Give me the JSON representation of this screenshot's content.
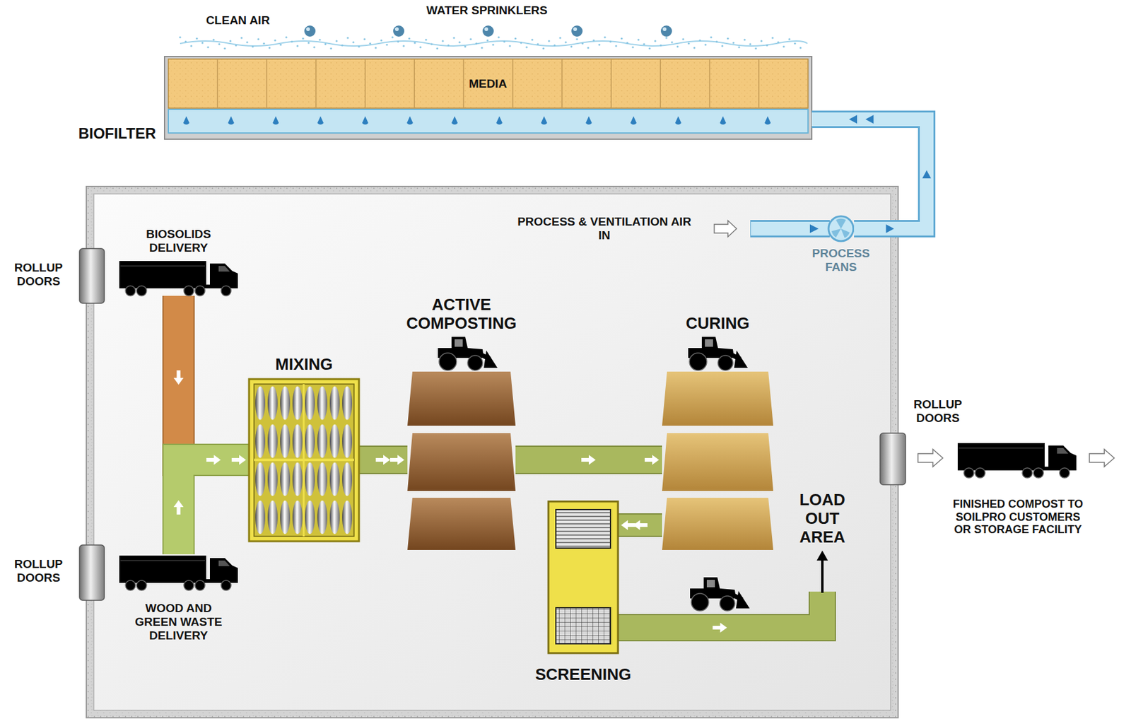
{
  "diagram": {
    "nodes": [
      {
        "text": [
          "BIOFILTER"
        ]
      },
      {
        "text": [
          "MEDIA"
        ],
        "in": 0
      },
      {
        "text": [
          "BIOSOLIDS DELIVERY"
        ]
      },
      {
        "text": [
          "PROCESS FANS"
        ]
      },
      {
        "text": [
          "MIXING"
        ]
      },
      {
        "text": [
          "ACTIVE COMPOSTING"
        ]
      },
      {
        "text": [
          "CURING"
        ]
      },
      {
        "text": [
          "LOAD OUT AREA"
        ]
      },
      {
        "text": [
          "SCREENING"
        ]
      },
      {
        "text": [
          "WOOD AND GREEN WASTE DELIVERY"
        ]
      },
      {
        "text": [
          "FINISHED COMPOST TO SOILPRO CUSTOMERS OR STORAGE FACILITY"
        ]
      }
    ],
    "edges": [
      {
        "from": 2,
        "to": 4,
        "arrow": "to"
      },
      {
        "from": 9,
        "to": 4,
        "arrow": "to"
      },
      {
        "from": 4,
        "to": 5,
        "arrow": "to"
      },
      {
        "from": 5,
        "to": 6,
        "arrow": "to"
      },
      {
        "from": 6,
        "to": 8,
        "arrow": "to"
      },
      {
        "from": 8,
        "to": 7,
        "arrow": "to"
      },
      {
        "from": 3,
        "to": 0,
        "arrow": "to"
      }
    ],
    "labels": [
      "CLEAN AIR",
      "WATER SPRINKLERS",
      "ROLLUP DOORS",
      "PROCESS & VENTILATION AIR IN",
      "ROLLUP DOORS",
      "ROLLUP DOORS"
    ]
  }
}
